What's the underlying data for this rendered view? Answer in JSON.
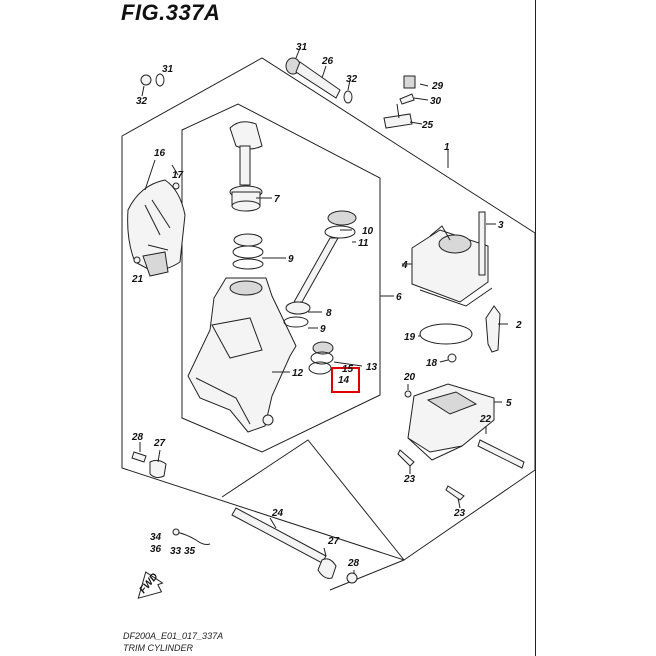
{
  "figure": {
    "title": "FIG.337A",
    "code": "DF200A_E01_017_337A",
    "name": "TRIM CYLINDER",
    "fwd_label": "FWD",
    "highlight_color": "#e00000",
    "highlighted_part": "14"
  },
  "callouts": [
    {
      "id": "c31a",
      "label": "31"
    },
    {
      "id": "c26",
      "label": "26"
    },
    {
      "id": "c32a",
      "label": "32"
    },
    {
      "id": "c29",
      "label": "29"
    },
    {
      "id": "c30",
      "label": "30"
    },
    {
      "id": "c25",
      "label": "25"
    },
    {
      "id": "c31b",
      "label": "31"
    },
    {
      "id": "c32b",
      "label": "32"
    },
    {
      "id": "c1",
      "label": "1"
    },
    {
      "id": "c16",
      "label": "16"
    },
    {
      "id": "c17",
      "label": "17"
    },
    {
      "id": "c7",
      "label": "7"
    },
    {
      "id": "c3",
      "label": "3"
    },
    {
      "id": "c10",
      "label": "10"
    },
    {
      "id": "c11",
      "label": "11"
    },
    {
      "id": "c4",
      "label": "4"
    },
    {
      "id": "c9a",
      "label": "9"
    },
    {
      "id": "c21",
      "label": "21"
    },
    {
      "id": "c6",
      "label": "6"
    },
    {
      "id": "c2",
      "label": "2"
    },
    {
      "id": "c8",
      "label": "8"
    },
    {
      "id": "c9b",
      "label": "9"
    },
    {
      "id": "c19",
      "label": "19"
    },
    {
      "id": "c18",
      "label": "18"
    },
    {
      "id": "c13",
      "label": "13"
    },
    {
      "id": "c15",
      "label": "15"
    },
    {
      "id": "c12",
      "label": "12"
    },
    {
      "id": "c14",
      "label": "14"
    },
    {
      "id": "c20",
      "label": "20"
    },
    {
      "id": "c5",
      "label": "5"
    },
    {
      "id": "c22",
      "label": "22"
    },
    {
      "id": "c28a",
      "label": "28"
    },
    {
      "id": "c27a",
      "label": "27"
    },
    {
      "id": "c23a",
      "label": "23"
    },
    {
      "id": "c23b",
      "label": "23"
    },
    {
      "id": "c24",
      "label": "24"
    },
    {
      "id": "c34",
      "label": "34"
    },
    {
      "id": "c36",
      "label": "36"
    },
    {
      "id": "c33",
      "label": "33"
    },
    {
      "id": "c35",
      "label": "35"
    },
    {
      "id": "c27b",
      "label": "27"
    },
    {
      "id": "c28b",
      "label": "28"
    }
  ]
}
